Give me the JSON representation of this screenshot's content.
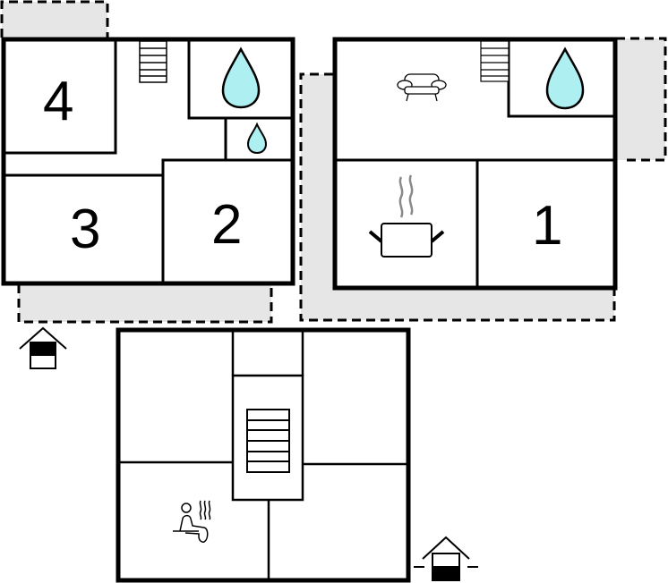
{
  "diagram": {
    "type": "floor-plan",
    "colors": {
      "wall": "#000000",
      "terrace_fill": "#e6e6e6",
      "water": "#aeeff2",
      "steam": "#8a8a8a"
    },
    "floors": [
      {
        "name": "upper-left-floor",
        "rooms": [
          {
            "id": "bedroom-4",
            "label": "4"
          },
          {
            "id": "bedroom-3",
            "label": "3"
          },
          {
            "id": "bedroom-2",
            "label": "2"
          },
          {
            "id": "bathroom",
            "icon": "water-drop-icon"
          },
          {
            "id": "toilet",
            "icon": "small-water-drop-icon"
          },
          {
            "id": "stairs",
            "icon": "stairs-icon"
          }
        ]
      },
      {
        "name": "upper-right-floor",
        "rooms": [
          {
            "id": "living-room",
            "icon": "sofa-icon"
          },
          {
            "id": "bathroom",
            "icon": "water-drop-icon"
          },
          {
            "id": "kitchen",
            "icon": "cooking-pot-icon"
          },
          {
            "id": "bedroom-1",
            "label": "1"
          },
          {
            "id": "stairs",
            "icon": "stairs-icon"
          }
        ]
      },
      {
        "name": "basement-floor",
        "rooms": [
          {
            "id": "sauna",
            "icon": "sauna-icon"
          },
          {
            "id": "stairs",
            "icon": "stairs-icon"
          }
        ]
      }
    ],
    "entrances": [
      "entrance-icon",
      "entrance-icon"
    ]
  }
}
